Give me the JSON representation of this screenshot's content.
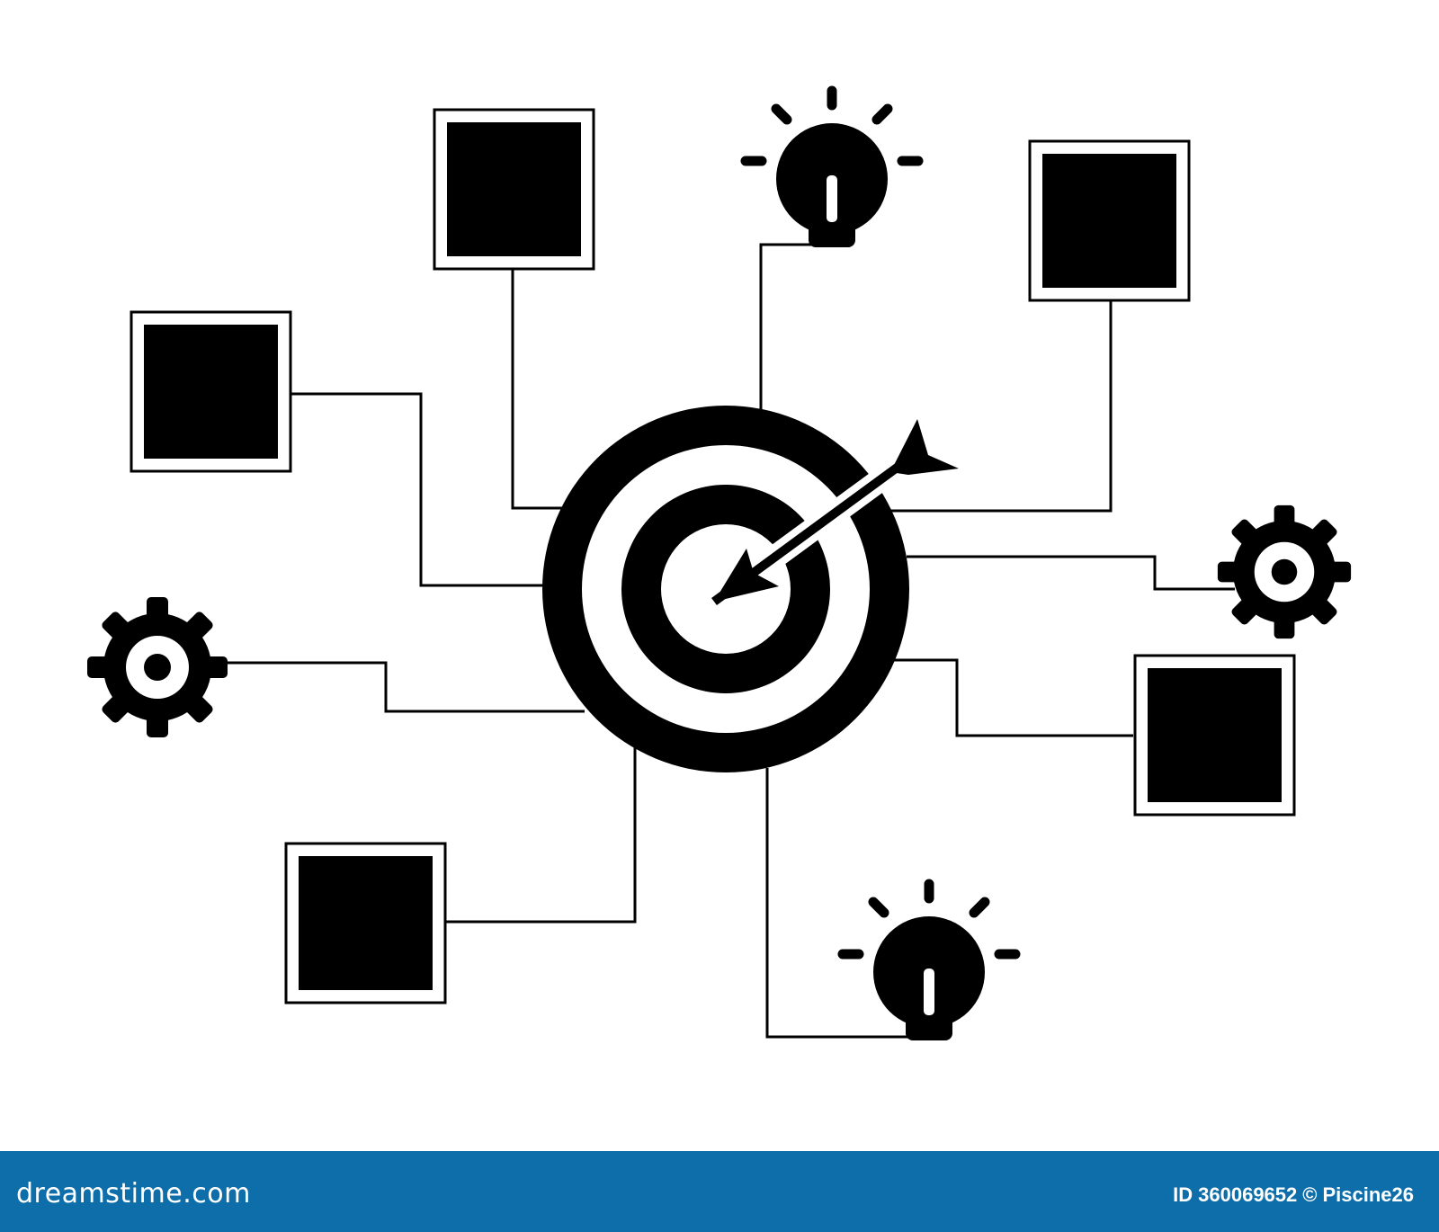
{
  "diagram": {
    "nodes": [
      {
        "id": "box-top-left",
        "type": "box"
      },
      {
        "id": "box-left",
        "type": "box"
      },
      {
        "id": "bulb-top",
        "type": "bulb"
      },
      {
        "id": "box-top-right",
        "type": "box"
      },
      {
        "id": "gear-right",
        "type": "gear"
      },
      {
        "id": "box-right",
        "type": "box"
      },
      {
        "id": "bulb-bottom",
        "type": "bulb"
      },
      {
        "id": "box-bottom-left",
        "type": "box"
      },
      {
        "id": "gear-left",
        "type": "gear"
      }
    ],
    "center": "target-with-arrow",
    "colors": {
      "ink": "#000000",
      "paper": "#ffffff"
    }
  },
  "footer": {
    "logo_text": "dreamstime.com",
    "id_label": "ID",
    "image_id": "360069652",
    "copyright_symbol": "©",
    "author": "Piscine26",
    "background_color": "#0e6ea9"
  }
}
